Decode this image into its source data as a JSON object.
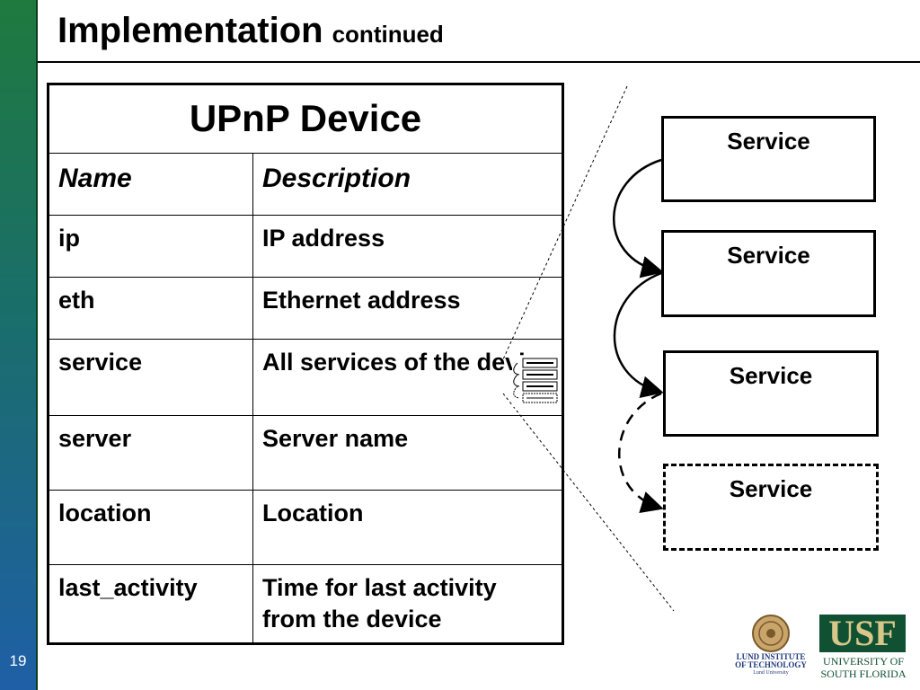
{
  "slide": {
    "number": "19",
    "title": "Implementation",
    "subtitle": "continued"
  },
  "table": {
    "title": "UPnP Device",
    "header": {
      "name": "Name",
      "description": "Description"
    },
    "rows": [
      {
        "name": "ip",
        "description": "IP address"
      },
      {
        "name": "eth",
        "description": "Ethernet address"
      },
      {
        "name": "service",
        "description": "All services of the device"
      },
      {
        "name": "server",
        "description": "Server name"
      },
      {
        "name": "location",
        "description": "Location"
      },
      {
        "name": "last_activity",
        "description": "Time for last activity from the device"
      }
    ]
  },
  "diagram": {
    "services": [
      {
        "label": "Service",
        "style": "solid"
      },
      {
        "label": "Service",
        "style": "solid"
      },
      {
        "label": "Service",
        "style": "solid"
      },
      {
        "label": "Service",
        "style": "dashed"
      }
    ]
  },
  "logos": {
    "lund_line1": "LUND INSTITUTE",
    "lund_line2": "OF TECHNOLOGY",
    "lund_line3": "Lund University",
    "usf_mark": "USF",
    "usf_line1": "UNIVERSITY OF",
    "usf_line2": "SOUTH FLORIDA"
  },
  "colors": {
    "bar_top": "#1e7a3e",
    "bar_bottom": "#1f5fa6",
    "usf_green": "#0f5132",
    "usf_gold": "#d9c78a"
  }
}
